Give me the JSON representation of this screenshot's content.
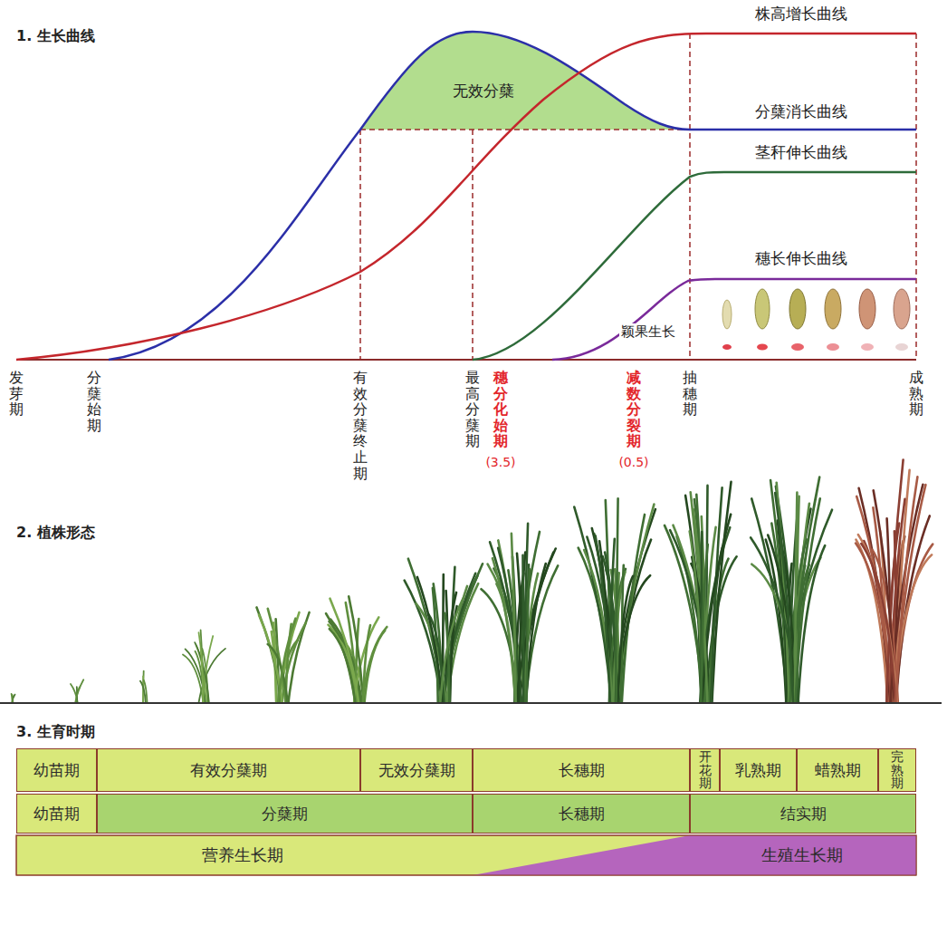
{
  "diagram": {
    "nodes": [
      {
        "text": [
          "幼苗期"
        ]
      },
      {
        "text": [
          "有效分蘖期"
        ]
      },
      {
        "text": [
          "无效分蘖期"
        ]
      },
      {
        "text": [
          "长穗期"
        ]
      },
      {
        "text": [
          "开花期"
        ]
      },
      {
        "text": [
          "乳熟期"
        ]
      },
      {
        "text": [
          "蜡熟期"
        ]
      },
      {
        "text": [
          "完熟期"
        ]
      },
      {
        "text": [
          "幼苗期"
        ]
      },
      {
        "text": [
          "分蘖期"
        ]
      },
      {
        "text": [
          "长穗期"
        ]
      },
      {
        "text": [
          "结实期"
        ]
      },
      {
        "text": [
          "营养生长期"
        ]
      },
      {
        "text": [
          "生殖生长期"
        ]
      }
    ],
    "labels": [
      "1. 生长曲线",
      "株高增长曲线",
      "无效分蘖",
      "分蘖消长曲线",
      "茎秆伸长曲线",
      "穗长伸长曲线",
      "颖果生长",
      "发芽期",
      "分蘖始期",
      "有效分蘖终止期",
      "最高分蘖期",
      "穗分化始期",
      "(3.5)",
      "减数分裂期",
      "(0.5)",
      "抽穗期",
      "成熟期",
      "2. 植株形态",
      "3. 生育时期"
    ]
  }
}
